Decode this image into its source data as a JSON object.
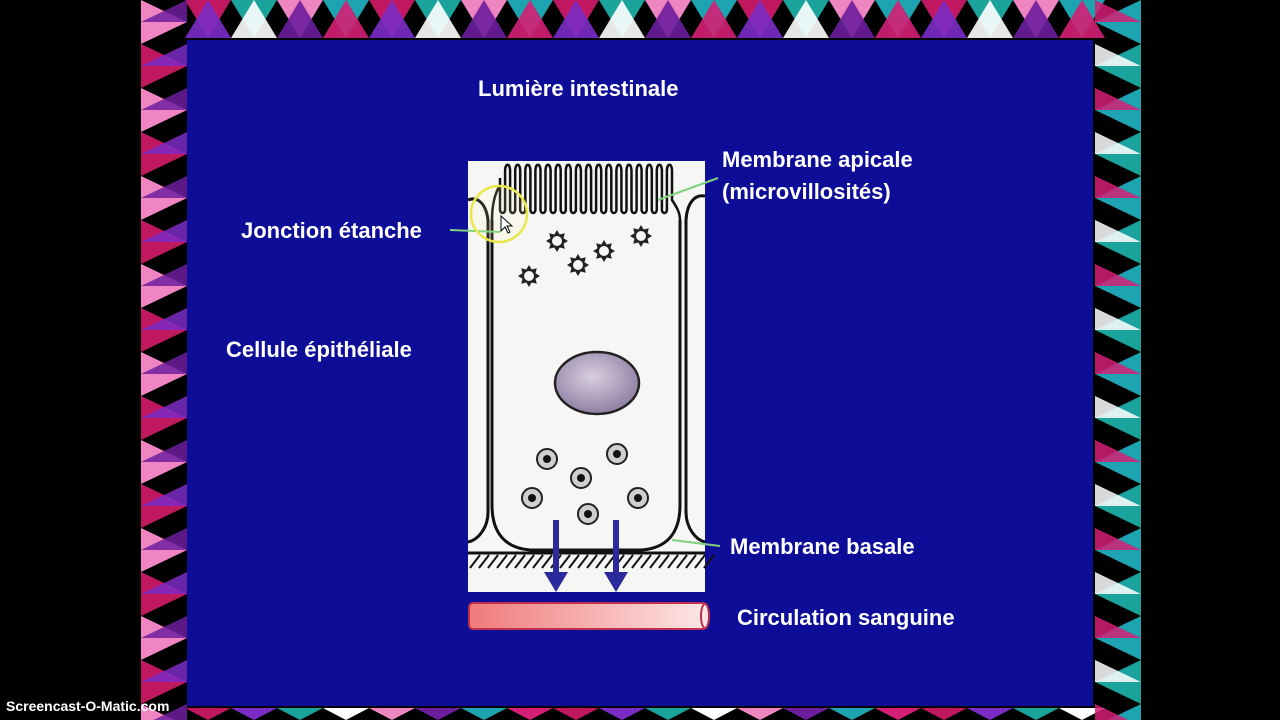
{
  "slide": {
    "title": "Lumière intestinale",
    "labels": {
      "apical_line1": "Membrane apicale",
      "apical_line2": "(microvillosités)",
      "tight_junction": "Jonction étanche",
      "epithelial_cell": "Cellule épithéliale",
      "basal_membrane": "Membrane basale",
      "blood_circulation": "Circulation sanguine"
    }
  },
  "watermark": "Screencast-O-Matic.com",
  "colors": {
    "slide_background": "#0d0d98",
    "frame_background": "#000000",
    "label_text": "#ffffff",
    "pointer_lines": "#7fd07f",
    "highlight_circle": "#e8e84a",
    "arrows": "#2a2a9c",
    "nucleus": "#a797b6",
    "vessel": "#f09090",
    "border_triangles": [
      "#c0185f",
      "#7b2cc6",
      "#1aa39a",
      "#ffffff",
      "#ef86c2",
      "#6d1e9d",
      "#1ea3b0",
      "#d41f74"
    ]
  },
  "icons": [
    "microvilli",
    "secretory-granule-icon",
    "nucleus-icon",
    "vesicle-icon",
    "down-arrow-icon",
    "blood-vessel-icon",
    "highlight-circle-icon"
  ]
}
